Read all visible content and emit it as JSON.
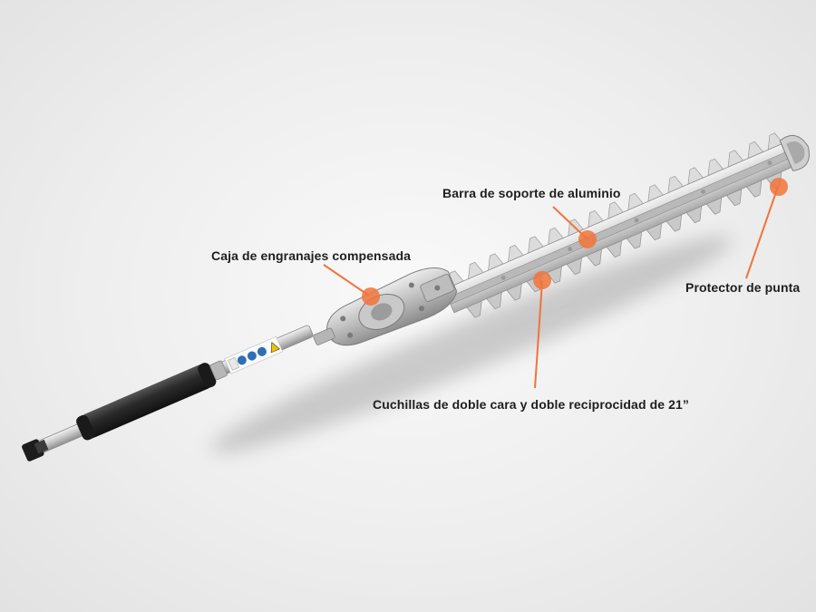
{
  "callouts": {
    "gearbox": "Caja de engranajes compensada",
    "support_bar": "Barra de soporte de aluminio",
    "tip_protector": "Protector de punta",
    "blades": "Cuchillas de doble cara y doble reciprocidad de 21”"
  },
  "colors": {
    "background": "#eeeeee",
    "accent": "#f0743a",
    "accent_light": "#f59a70",
    "label_text": "#1e1e1e",
    "shaft": "#c8c8c8",
    "grip": "#2a2a2a",
    "blade": "#d4d4d4"
  },
  "icons": [
    "hedge-trimmer-attachment-illustration",
    "warning-sticker-icon"
  ]
}
